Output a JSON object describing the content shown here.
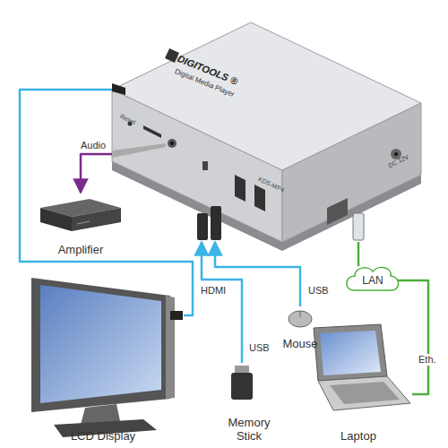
{
  "diagram": {
    "nodes": [
      {
        "text": [
          "DIGITOOLS ®",
          "Digital Media Player"
        ]
      },
      {
        "text": [
          "Amplifier"
        ]
      },
      {
        "text": [
          "LCD Display"
        ]
      },
      {
        "text": [
          "Mouse"
        ]
      },
      {
        "text": [
          "Memory Stick"
        ]
      },
      {
        "text": [
          "LAN"
        ]
      },
      {
        "text": [
          "Laptop"
        ]
      }
    ],
    "edges": [
      {
        "from": 0,
        "to": 2,
        "label": "HDMI",
        "arrow": "none"
      },
      {
        "from": 0,
        "to": 1,
        "label": "Audio",
        "arrow": "to"
      },
      {
        "from": 3,
        "to": 0,
        "label": "USB",
        "arrow": "to"
      },
      {
        "from": 4,
        "to": 0,
        "label": "USB",
        "arrow": "to"
      },
      {
        "from": 0,
        "to": 5,
        "arrow": "none"
      },
      {
        "from": 5,
        "to": 6,
        "label": "Eth.",
        "arrow": "none"
      }
    ],
    "labels": [
      "KDS-MP4",
      "Reset",
      "DC 12V"
    ]
  }
}
